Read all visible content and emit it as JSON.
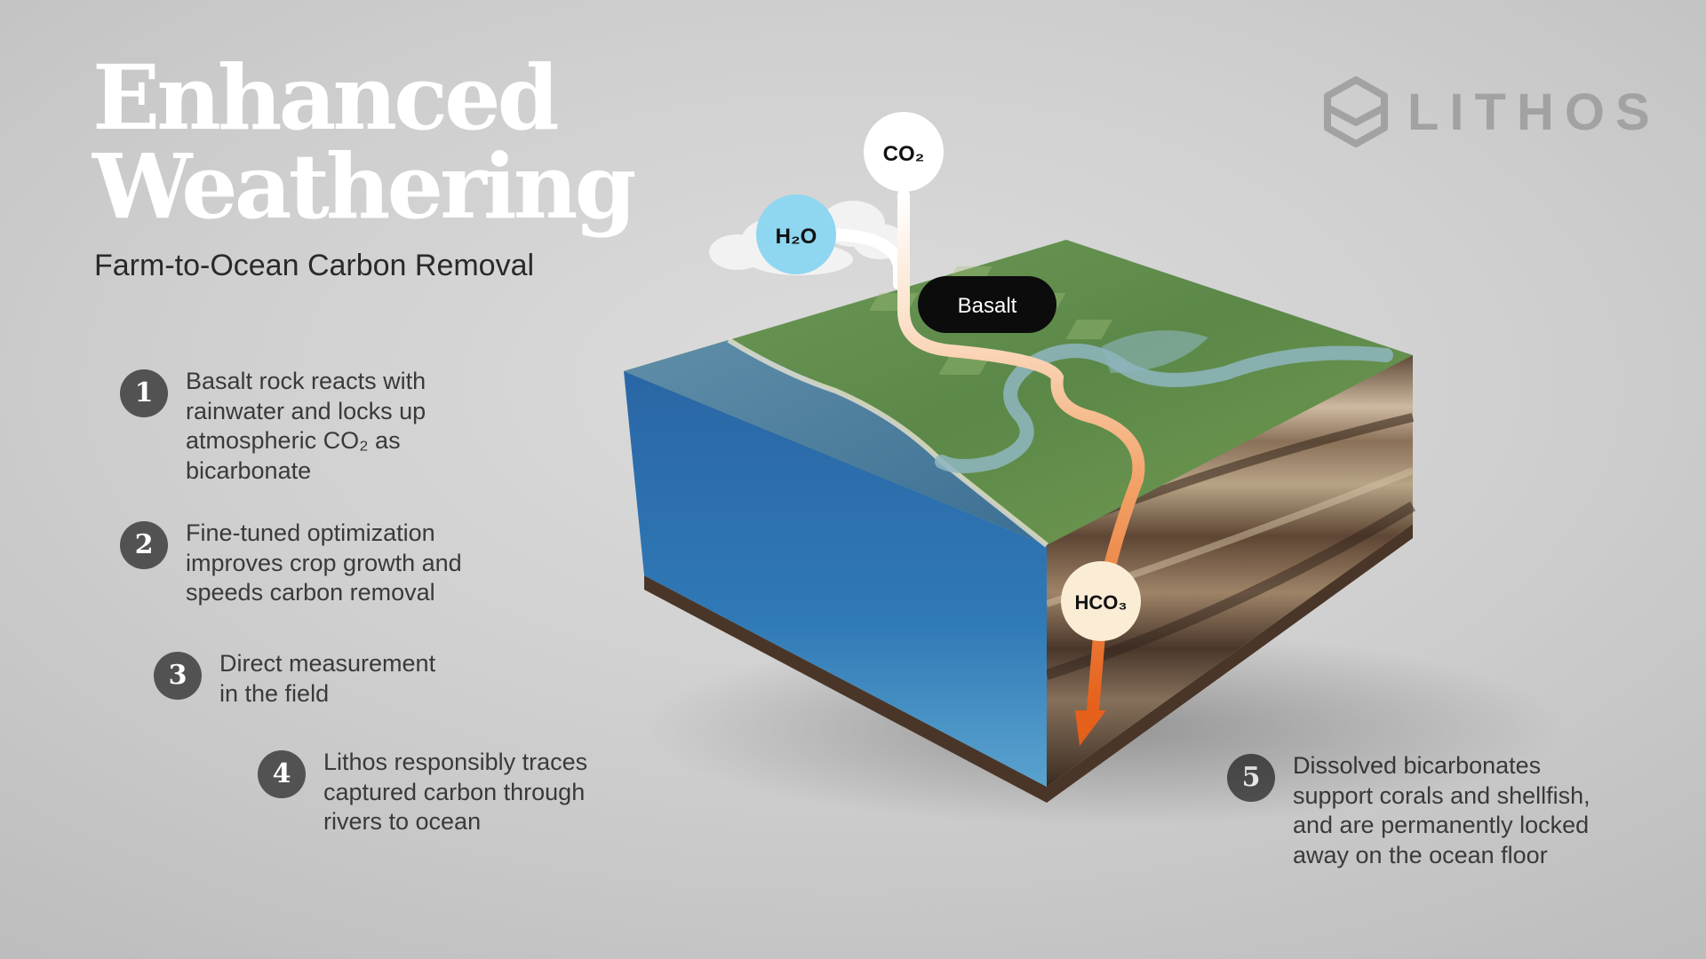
{
  "title": {
    "line1": "Enhanced",
    "line2": "Weathering"
  },
  "subtitle": "Farm-to-Ocean Carbon Removal",
  "logo": {
    "name": "LITHOS",
    "icon": "hexagon-layers-icon"
  },
  "steps": [
    {
      "number": "1",
      "text": "Basalt rock reacts with\nrainwater and locks up\natmospheric CO₂ as\nbicarbonate"
    },
    {
      "number": "2",
      "text": "Fine-tuned optimization\nimproves crop growth and\nspeeds carbon removal"
    },
    {
      "number": "3",
      "text": "Direct measurement\nin the field"
    },
    {
      "number": "4",
      "text": "Lithos responsibly traces\ncaptured carbon through\nrivers to ocean"
    },
    {
      "number": "5",
      "text": "Dissolved bicarbonates\nsupport corals and shellfish,\nand are permanently locked\naway on the ocean floor"
    }
  ],
  "diagram": {
    "co2_label": "CO₂",
    "h2o_label": "H₂O",
    "basalt_label": "Basalt",
    "hco3_label": "HCO₃"
  },
  "colors": {
    "title": "#ffffff",
    "badge": "#525252",
    "ocean": "#2f74b0",
    "land": "#5d8a4a",
    "h2o_bubble": "#8fd6f0",
    "hco3_bubble": "#fbecd6",
    "arrow": "#e8661c"
  }
}
